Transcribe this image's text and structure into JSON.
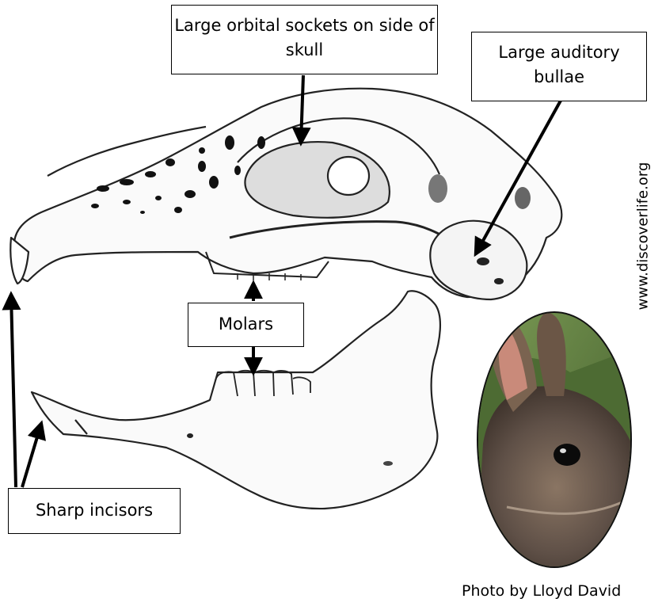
{
  "labels": {
    "orbital": "Large orbital sockets on side of skull",
    "auditory": "Large auditory bullae",
    "molars": "Molars",
    "incisors": "Sharp incisors"
  },
  "watermark": "www.discoverlife.org",
  "photo_credit": "Photo by Lloyd David",
  "image_subjects": {
    "skull": "rabbit skull, lateral view",
    "photo": "rabbit head portrait in oval frame"
  }
}
